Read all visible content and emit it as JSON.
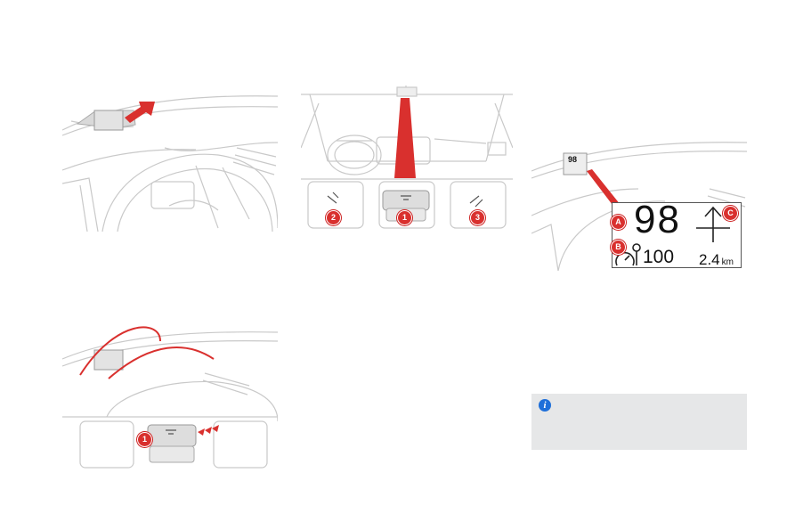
{
  "figure2": {
    "callouts": [
      "2",
      "1",
      "3"
    ]
  },
  "figure3": {
    "speed": "98",
    "speed_limit": "100",
    "distance_value": "2.4",
    "distance_unit": "km",
    "callouts": [
      "A",
      "B",
      "C"
    ]
  },
  "figure4": {
    "callout": "1"
  },
  "colors": {
    "accent_red": "#d9302e",
    "info_blue": "#1e6fd9",
    "info_panel": "#e6e7e8",
    "line": "#c9c9c9"
  },
  "icons": [
    "arrow-indicator-icon",
    "hud-adjust-icon",
    "speed-limit-icon",
    "direction-arrow-icon",
    "info-icon"
  ]
}
